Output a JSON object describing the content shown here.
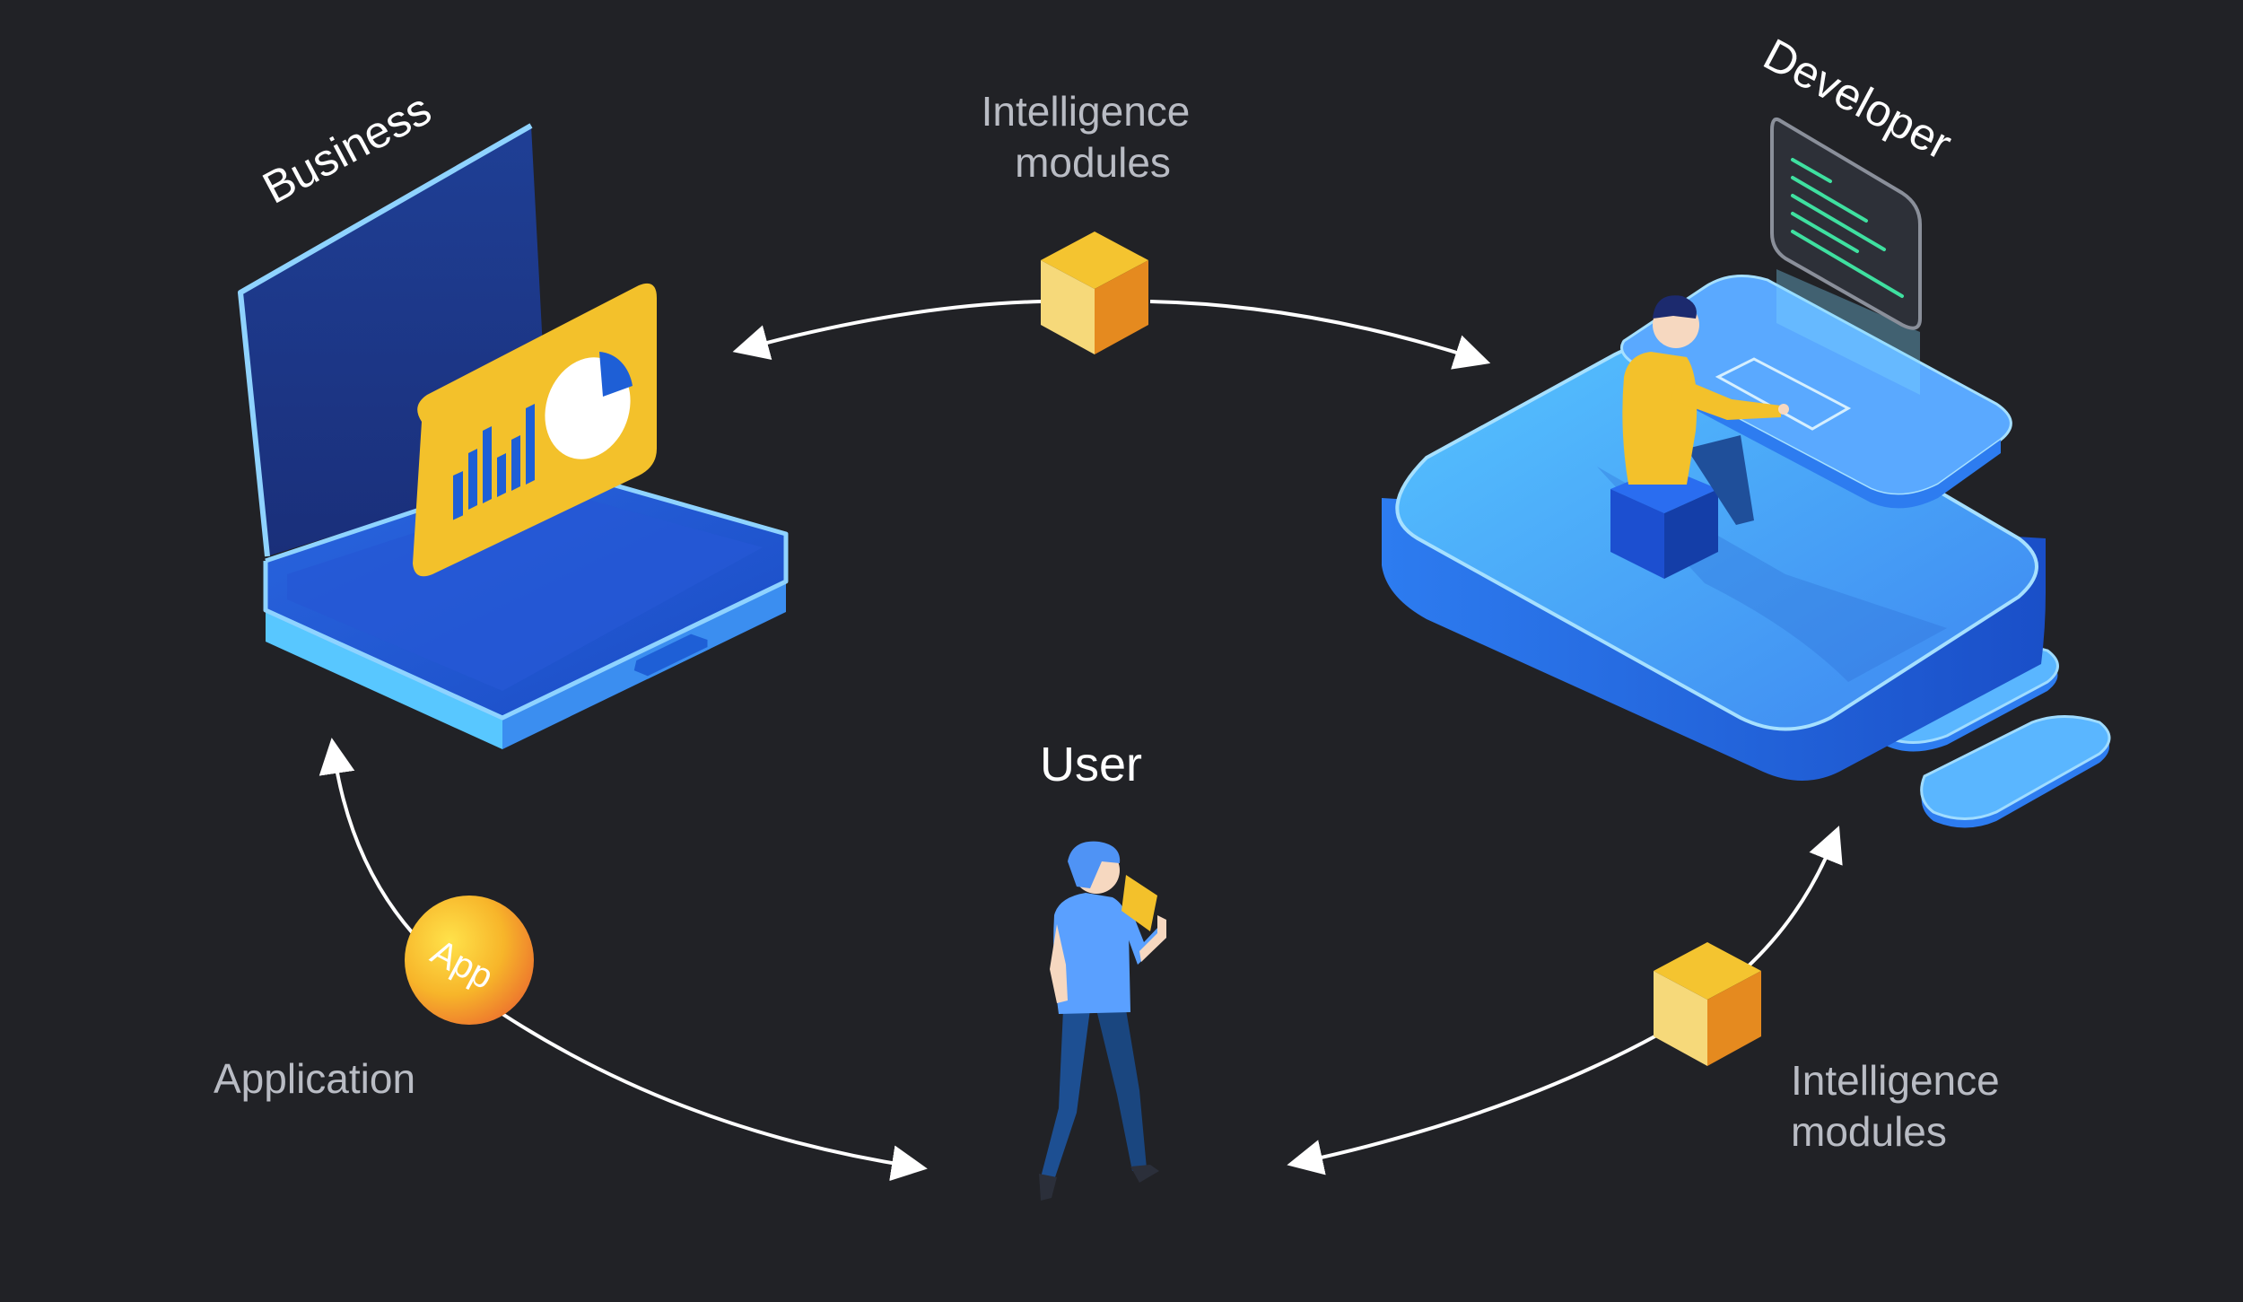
{
  "labels": {
    "business": "Business",
    "developer": "Developer",
    "user": "User",
    "application": "Application",
    "app_badge": "App",
    "top_modules_line1": "Intelligence",
    "top_modules_line2": "modules",
    "bottom_modules_line1": "Intelligence",
    "bottom_modules_line2": "modules"
  },
  "colors": {
    "background": "#212226",
    "arrow": "#ffffff",
    "cube_top": "#f4c430",
    "cube_left": "#f6d97a",
    "cube_right": "#e58a1f",
    "platform_blue": "#4aa8f5",
    "deep_blue": "#1e5fd6",
    "chart_yellow": "#f3c12b"
  },
  "icons": {
    "business": "briefcase-dashboard-icon",
    "developer": "developer-desk-icon",
    "user": "walking-person-icon",
    "application": "app-sphere-icon",
    "modules": "cube-icon"
  }
}
